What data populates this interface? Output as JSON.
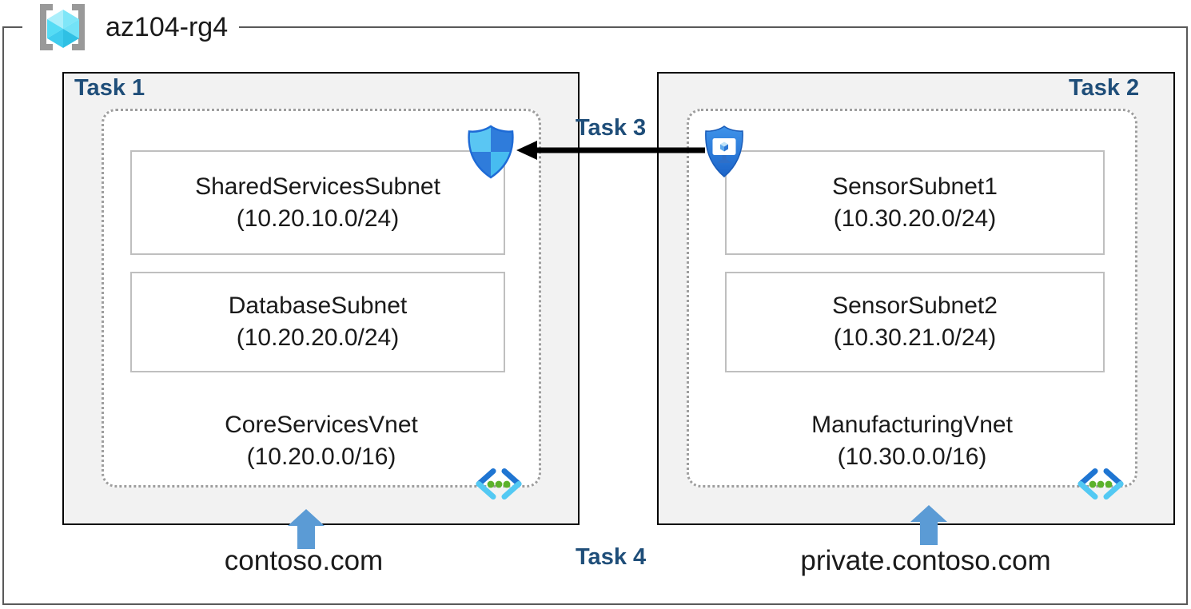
{
  "resource_group": {
    "name": "az104-rg4"
  },
  "labels": {
    "task1": "Task 1",
    "task2": "Task 2",
    "task3": "Task 3",
    "task4": "Task 4"
  },
  "vnets": [
    {
      "name": "CoreServicesVnet",
      "cidr": "(10.20.0.0/16)",
      "dns_zone": "contoso.com",
      "subnets": [
        {
          "name": "SharedServicesSubnet",
          "cidr": "(10.20.10.0/24)"
        },
        {
          "name": "DatabaseSubnet",
          "cidr": "(10.20.20.0/24)"
        }
      ]
    },
    {
      "name": "ManufacturingVnet",
      "cidr": "(10.30.0.0/16)",
      "dns_zone": "private.contoso.com",
      "subnets": [
        {
          "name": "SensorSubnet1",
          "cidr": "(10.30.20.0/24)"
        },
        {
          "name": "SensorSubnet2",
          "cidr": "(10.30.21.0/24)"
        }
      ]
    }
  ],
  "icons": {
    "resource_group": "resource-group-icon",
    "network_security_group": "nsg-shield-icon",
    "bastion": "bastion-shield-monitor-icon",
    "virtual_network": "virtual-network-chevrons-icon",
    "dns_pointer": "blue-up-arrow",
    "peering": "black-left-arrow"
  },
  "colors": {
    "task_label": "#1F4E79",
    "box_fill": "#F2F2F2",
    "box_border": "#000000",
    "outer_border": "#595959",
    "dashed_border": "#9E9E9E",
    "subnet_border": "#BFBFBF",
    "dns_arrow_blue": "#5B9BD5",
    "azure_blue": "#2F7CDB",
    "azure_light_blue": "#5AC6F3",
    "vnet_dot_green": "#5CB22C",
    "cube_cyan": "#52DAF4"
  }
}
